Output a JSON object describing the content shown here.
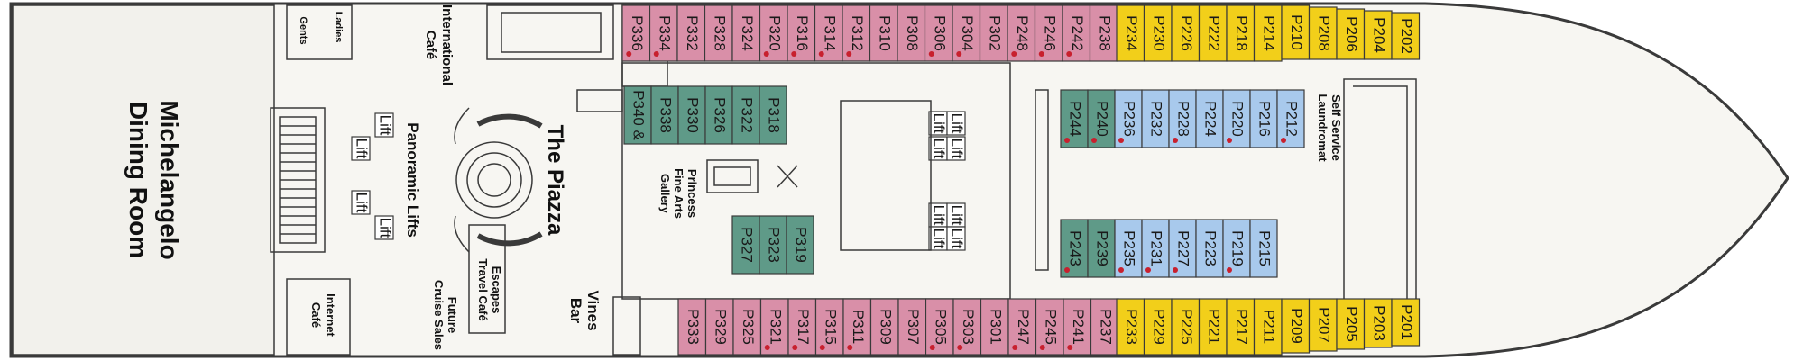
{
  "colors": {
    "pink": "#d98fa8",
    "yellow": "#f2cf1a",
    "blue": "#a8c9ec",
    "green": "#5f9a88",
    "dot": "#c8202e",
    "line": "#3a3a3a"
  },
  "areas": {
    "dining": [
      "Michelangelo",
      "Dining Room"
    ],
    "ladies": "Ladies",
    "gents": "Gents",
    "intl_cafe": [
      "International",
      "Café"
    ],
    "panoramic": "Panoramic Lifts",
    "piazza": "The Piazza",
    "gallery": [
      "Princess",
      "Fine Arts",
      "Gallery"
    ],
    "laundromat": [
      "Self Service",
      "Laundromat"
    ],
    "internet": [
      "Internet",
      "Café"
    ],
    "future": [
      "Future",
      "Cruise Sales"
    ],
    "escapes": [
      "Escapes",
      "Travel Café"
    ],
    "vines": [
      "Vines",
      "Bar"
    ],
    "lift": "Lift"
  },
  "cabins": {
    "top_pink": [
      {
        "id": "P336",
        "dot": true
      },
      {
        "id": "P334",
        "dot": true
      },
      {
        "id": "P332",
        "dot": false
      },
      {
        "id": "P328",
        "dot": false
      },
      {
        "id": "P324",
        "dot": false
      },
      {
        "id": "P320",
        "dot": true
      },
      {
        "id": "P316",
        "dot": true
      },
      {
        "id": "P314",
        "dot": true
      },
      {
        "id": "P312",
        "dot": true
      },
      {
        "id": "P310",
        "dot": false
      },
      {
        "id": "P308",
        "dot": false
      },
      {
        "id": "P306",
        "dot": true
      },
      {
        "id": "P304",
        "dot": true
      },
      {
        "id": "P302",
        "dot": false
      },
      {
        "id": "P248",
        "dot": true
      },
      {
        "id": "P246",
        "dot": true
      },
      {
        "id": "P242",
        "dot": true
      },
      {
        "id": "P238",
        "dot": false
      }
    ],
    "top_yellow": [
      "P234",
      "P230",
      "P226",
      "P222",
      "P218",
      "P214",
      "P210",
      "P208",
      "P206",
      "P204",
      "P202"
    ],
    "bottom_pink": [
      {
        "id": "P333",
        "dot": false
      },
      {
        "id": "P329",
        "dot": false
      },
      {
        "id": "P325",
        "dot": false
      },
      {
        "id": "P321",
        "dot": true
      },
      {
        "id": "P317",
        "dot": true
      },
      {
        "id": "P315",
        "dot": true
      },
      {
        "id": "P311",
        "dot": true
      },
      {
        "id": "P309",
        "dot": false
      },
      {
        "id": "P307",
        "dot": false
      },
      {
        "id": "P305",
        "dot": true
      },
      {
        "id": "P303",
        "dot": true
      },
      {
        "id": "P301",
        "dot": false
      },
      {
        "id": "P247",
        "dot": true
      },
      {
        "id": "P245",
        "dot": true
      },
      {
        "id": "P241",
        "dot": true
      },
      {
        "id": "P237",
        "dot": false
      }
    ],
    "bottom_yellow": [
      "P233",
      "P229",
      "P225",
      "P221",
      "P217",
      "P211",
      "P209",
      "P207",
      "P205",
      "P203",
      "P201"
    ],
    "mid_green_top": [
      "P340 &",
      "P338",
      "P330",
      "P326",
      "P322",
      "P318"
    ],
    "mid_green_bottom": [
      "P327",
      "P323",
      "P319"
    ],
    "mid_green_right_top": [
      {
        "id": "P244",
        "dot": true
      },
      {
        "id": "P240",
        "dot": true
      }
    ],
    "mid_green_right_bottom": [
      {
        "id": "P243",
        "dot": true
      },
      {
        "id": "P239",
        "dot": false
      }
    ],
    "mid_blue_top": [
      {
        "id": "P236",
        "dot": true
      },
      {
        "id": "P232",
        "dot": false
      },
      {
        "id": "P228",
        "dot": true
      },
      {
        "id": "P224",
        "dot": false
      },
      {
        "id": "P220",
        "dot": true
      },
      {
        "id": "P216",
        "dot": false
      },
      {
        "id": "P212",
        "dot": true
      }
    ],
    "mid_blue_bottom": [
      {
        "id": "P235",
        "dot": true
      },
      {
        "id": "P231",
        "dot": true
      },
      {
        "id": "P227",
        "dot": true
      },
      {
        "id": "P223",
        "dot": false
      },
      {
        "id": "P219",
        "dot": true
      },
      {
        "id": "P215",
        "dot": false
      }
    ]
  }
}
